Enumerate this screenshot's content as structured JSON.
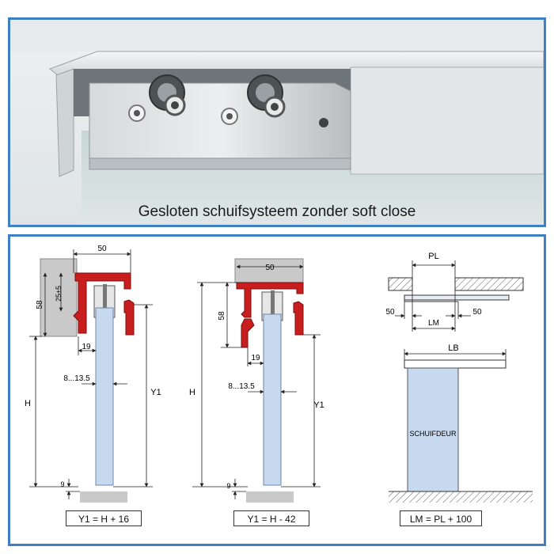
{
  "photo": {
    "caption": "Gesloten schuifsysteem zonder soft close"
  },
  "diagram1": {
    "dim_width": "50",
    "dim_height": "58",
    "dim_offset": "25±5",
    "dim_gap": "19",
    "dim_thickness": "8...13.5",
    "dim_h": "H",
    "dim_y1": "Y1",
    "dim_floor": "9",
    "formula": "Y1 = H + 16"
  },
  "diagram2": {
    "dim_width": "50",
    "dim_height": "58",
    "dim_gap": "19",
    "dim_thickness": "8...13.5",
    "dim_h": "H",
    "dim_y1": "Y1",
    "dim_floor": "9",
    "formula": "Y1 = H - 42"
  },
  "diagram3": {
    "dim_pl": "PL",
    "dim_left": "50",
    "dim_right": "50",
    "dim_lm": "LM",
    "dim_lb": "LB",
    "door_label": "SCHUIFDEUR",
    "formula": "LM = PL + 100"
  },
  "colors": {
    "frame_blue": "#3f7fc4",
    "profile_red": "#c81e1e",
    "glass_blue": "#c6d9ef",
    "wall_gray": "#c9c9c9"
  }
}
